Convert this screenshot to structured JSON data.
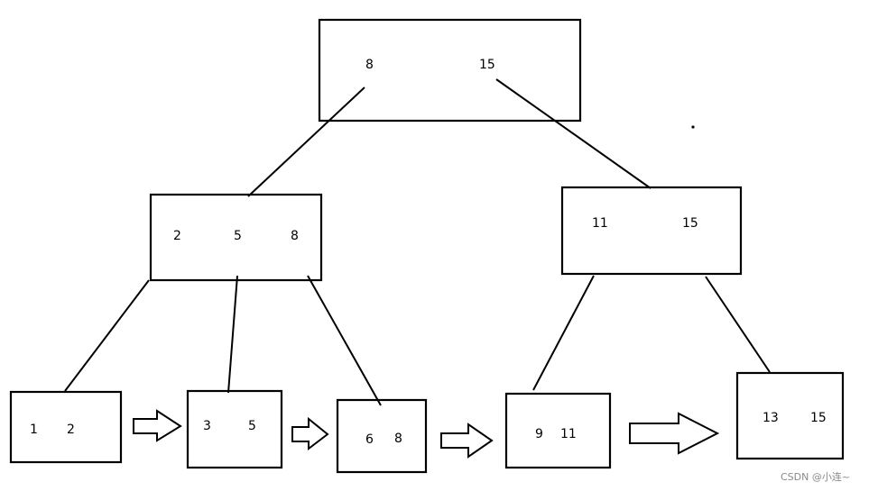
{
  "tree": {
    "root": {
      "keys": [
        "8",
        "15"
      ]
    },
    "internal_left": {
      "keys": [
        "2",
        "5",
        "8"
      ]
    },
    "internal_right": {
      "keys": [
        "11",
        "15"
      ]
    },
    "leaves": [
      {
        "keys": [
          "1",
          "2"
        ]
      },
      {
        "keys": [
          "3",
          "5"
        ]
      },
      {
        "keys": [
          "6",
          "8"
        ]
      },
      {
        "keys": [
          "9",
          "11"
        ]
      },
      {
        "keys": [
          "13",
          "15"
        ]
      }
    ]
  },
  "watermark": "CSDN @小连~"
}
